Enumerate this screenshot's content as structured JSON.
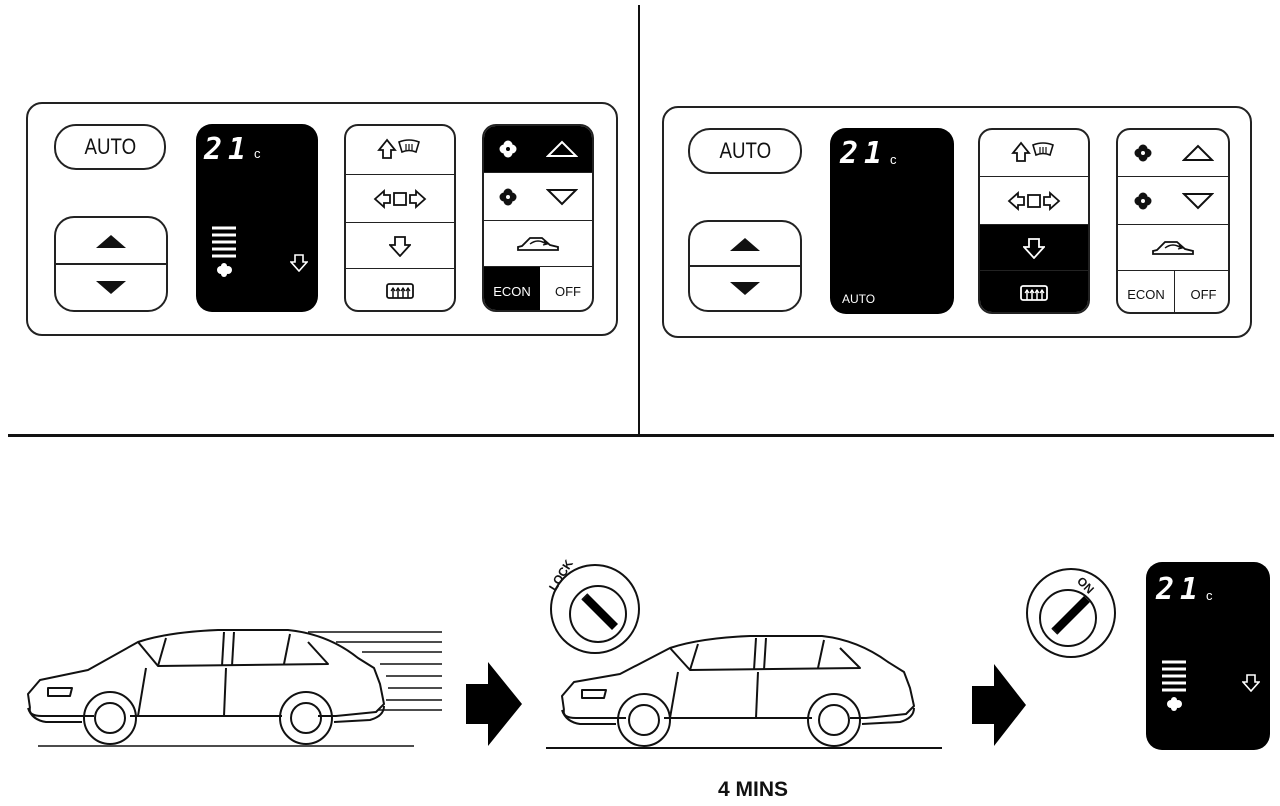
{
  "panel_left": {
    "auto_label": "AUTO",
    "temp_digits": "21",
    "temp_unit": "c",
    "econ_label": "ECON",
    "off_label": "OFF"
  },
  "panel_right": {
    "auto_label": "AUTO",
    "temp_digits": "21",
    "temp_unit": "c",
    "display_mode": "AUTO",
    "econ_label": "ECON",
    "off_label": "OFF"
  },
  "bottom": {
    "key_lock_label": "LOCK",
    "key_on_label": "ON",
    "duration_label": "4 MINS",
    "temp_digits": "21",
    "temp_unit": "c"
  }
}
